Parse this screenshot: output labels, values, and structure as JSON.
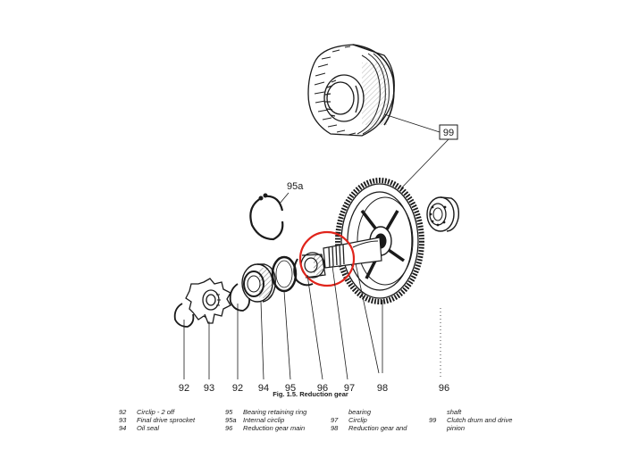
{
  "figure": {
    "caption": "Fig. 1.5. Reduction gear",
    "labels": {
      "l99": "99",
      "l95a": "95a",
      "l92a": "92",
      "l93": "93",
      "l92b": "92",
      "l94": "94",
      "l95": "95",
      "l96a": "96",
      "l97": "97",
      "l98": "98",
      "l96b": "96"
    },
    "highlight_color": "#e0241b"
  },
  "legend": {
    "col1": [
      {
        "num": "92",
        "text": "Circlip - 2 off"
      },
      {
        "num": "93",
        "text": "Final drive sprocket"
      },
      {
        "num": "94",
        "text": "Oil seal"
      }
    ],
    "col2": [
      {
        "num": "95",
        "text": "Bearing retaining ring"
      },
      {
        "num": "95a",
        "text": "Internal circlip"
      },
      {
        "num": "96",
        "text": "Reduction gear main"
      }
    ],
    "col3": [
      {
        "num": "",
        "text": "bearing"
      },
      {
        "num": "97",
        "text": "Circlip"
      },
      {
        "num": "98",
        "text": "Reduction gear and"
      }
    ],
    "col4": [
      {
        "num": "",
        "text": "shaft"
      },
      {
        "num": "99",
        "text": "Clutch drum and drive"
      },
      {
        "num": "",
        "text": "pinion"
      }
    ]
  }
}
